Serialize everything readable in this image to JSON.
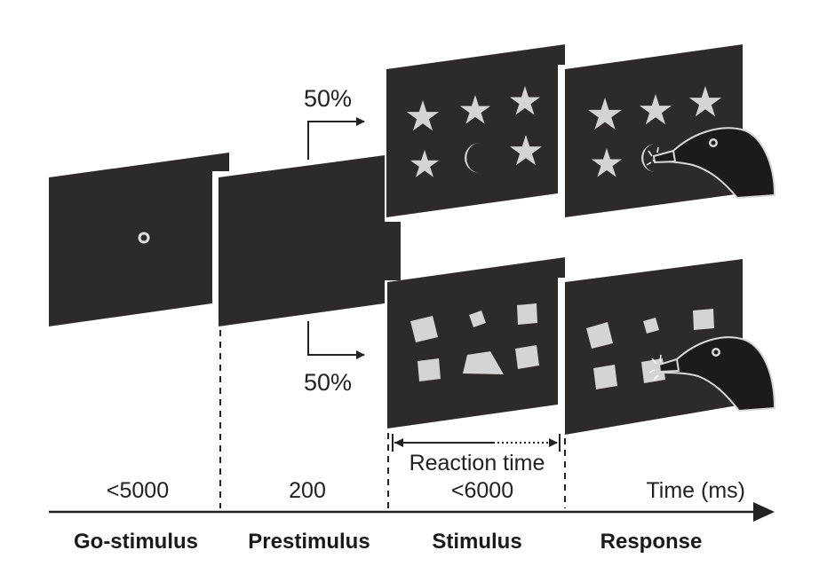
{
  "colors": {
    "screen": "#2d2b2a",
    "shape": "#d4d4d4",
    "line": "#222222",
    "background": "#ffffff"
  },
  "branches": {
    "upper_percent": "50%",
    "lower_percent": "50%"
  },
  "reaction_time_label": "Reaction time",
  "timeline": {
    "durations": [
      "<5000",
      "200",
      "<6000"
    ],
    "axis_label": "Time (ms)"
  },
  "phases": [
    "Go-stimulus",
    "Prestimulus",
    "Stimulus",
    "Response"
  ],
  "icons": {
    "go_marker": "ring-icon",
    "upper_shapes": [
      "star-icon",
      "star-icon",
      "star-icon",
      "star-icon",
      "crescent-icon",
      "star-icon"
    ],
    "lower_shapes": [
      "square-icon",
      "square-icon",
      "square-icon",
      "square-icon",
      "trapezoid-icon",
      "square-icon"
    ],
    "responder": "crow-head-icon"
  }
}
